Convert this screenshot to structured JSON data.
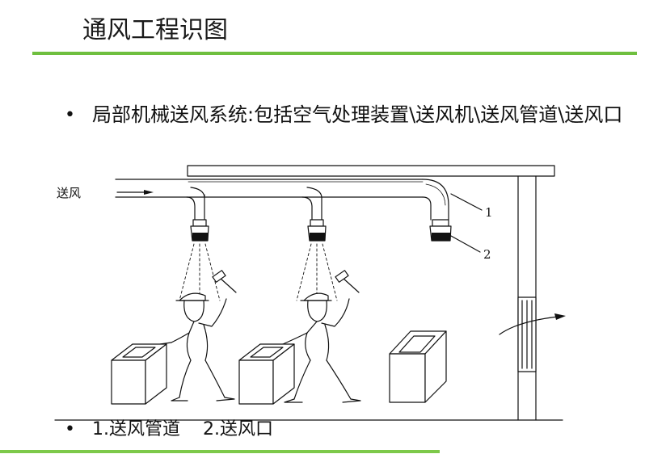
{
  "title": "通风工程识图",
  "bullet": "局部机械送风系统:包括空气处理装置\\送风机\\送风管道\\送风口",
  "diagram": {
    "inlet_label": "送风",
    "callout_1": "1",
    "callout_2": "2"
  },
  "caption": {
    "item_1": "1.送风管道",
    "item_2": "2.送风口"
  },
  "colors": {
    "accent_rule": "#6fbf3f",
    "line": "#111111"
  }
}
